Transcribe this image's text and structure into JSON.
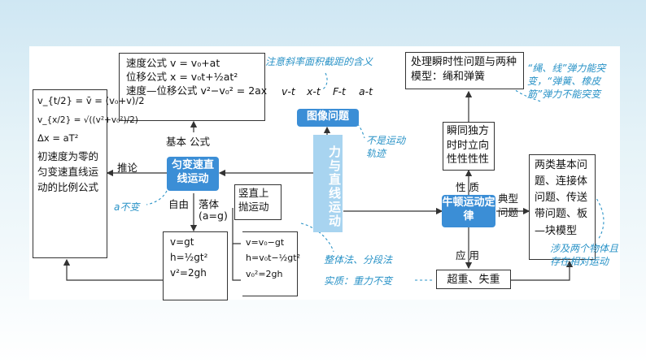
{
  "center": {
    "text": "力与直线运动"
  },
  "uniform": {
    "label": "匀变速直线运动"
  },
  "formulas": {
    "velocity": "速度公式 v = v₀+at",
    "displacement": "位移公式 x = v₀t+½at²",
    "vel_disp": "速度—位移公式 v²−v₀² = 2ax"
  },
  "basic_formula": "基本 公式",
  "inference": "推论",
  "inference_box": {
    "f1": "v_{t/2} = v̄ = (v₀+v)/2",
    "f2": "v_{x/2} = √((v²+v₀²)/2)",
    "f3": "Δx = aT²",
    "text": "初速度为零的匀变速直线运动的比例公式"
  },
  "free_fall": {
    "label": "自由",
    "label2": "落体",
    "cond": "(a=g)"
  },
  "free_box": {
    "f1": "v=gt",
    "f2": "h=½gt²",
    "f3": "v²=2gh"
  },
  "vertical": {
    "label": "竖直上抛运动"
  },
  "vertical_box": {
    "f1": "v=v₀−gt",
    "f2": "h=v₀t−½gt²",
    "f3": "v₀²=2gh"
  },
  "graph": {
    "label": "图像问题",
    "axes": [
      "v-t",
      "x-t",
      "F-t",
      "a-t"
    ]
  },
  "newton": {
    "label": "牛顿运动定律"
  },
  "instant": {
    "text": "瞬同独方时时立向性性性性"
  },
  "nature": "性  质",
  "transient_box": "处理瞬时性问题与两种模型：绳和弹簧",
  "typical": "典型问题",
  "two_problems": "两类基本问题、连接体问题、传送带问题、板—块模型",
  "apply": "应  用",
  "overweight": "超重、失重",
  "notes": {
    "slope": "注意斜率面积截距的含义",
    "not_track": "不是运动轨迹",
    "a_const": "a不变",
    "rope": "“绳、线”弹力能突变，“弹簧、橡皮筋”弹力不能突变",
    "whole": "整体法、分段法",
    "essence": "实质：重力不变",
    "relative": "涉及两个物体且存在相对运动"
  }
}
